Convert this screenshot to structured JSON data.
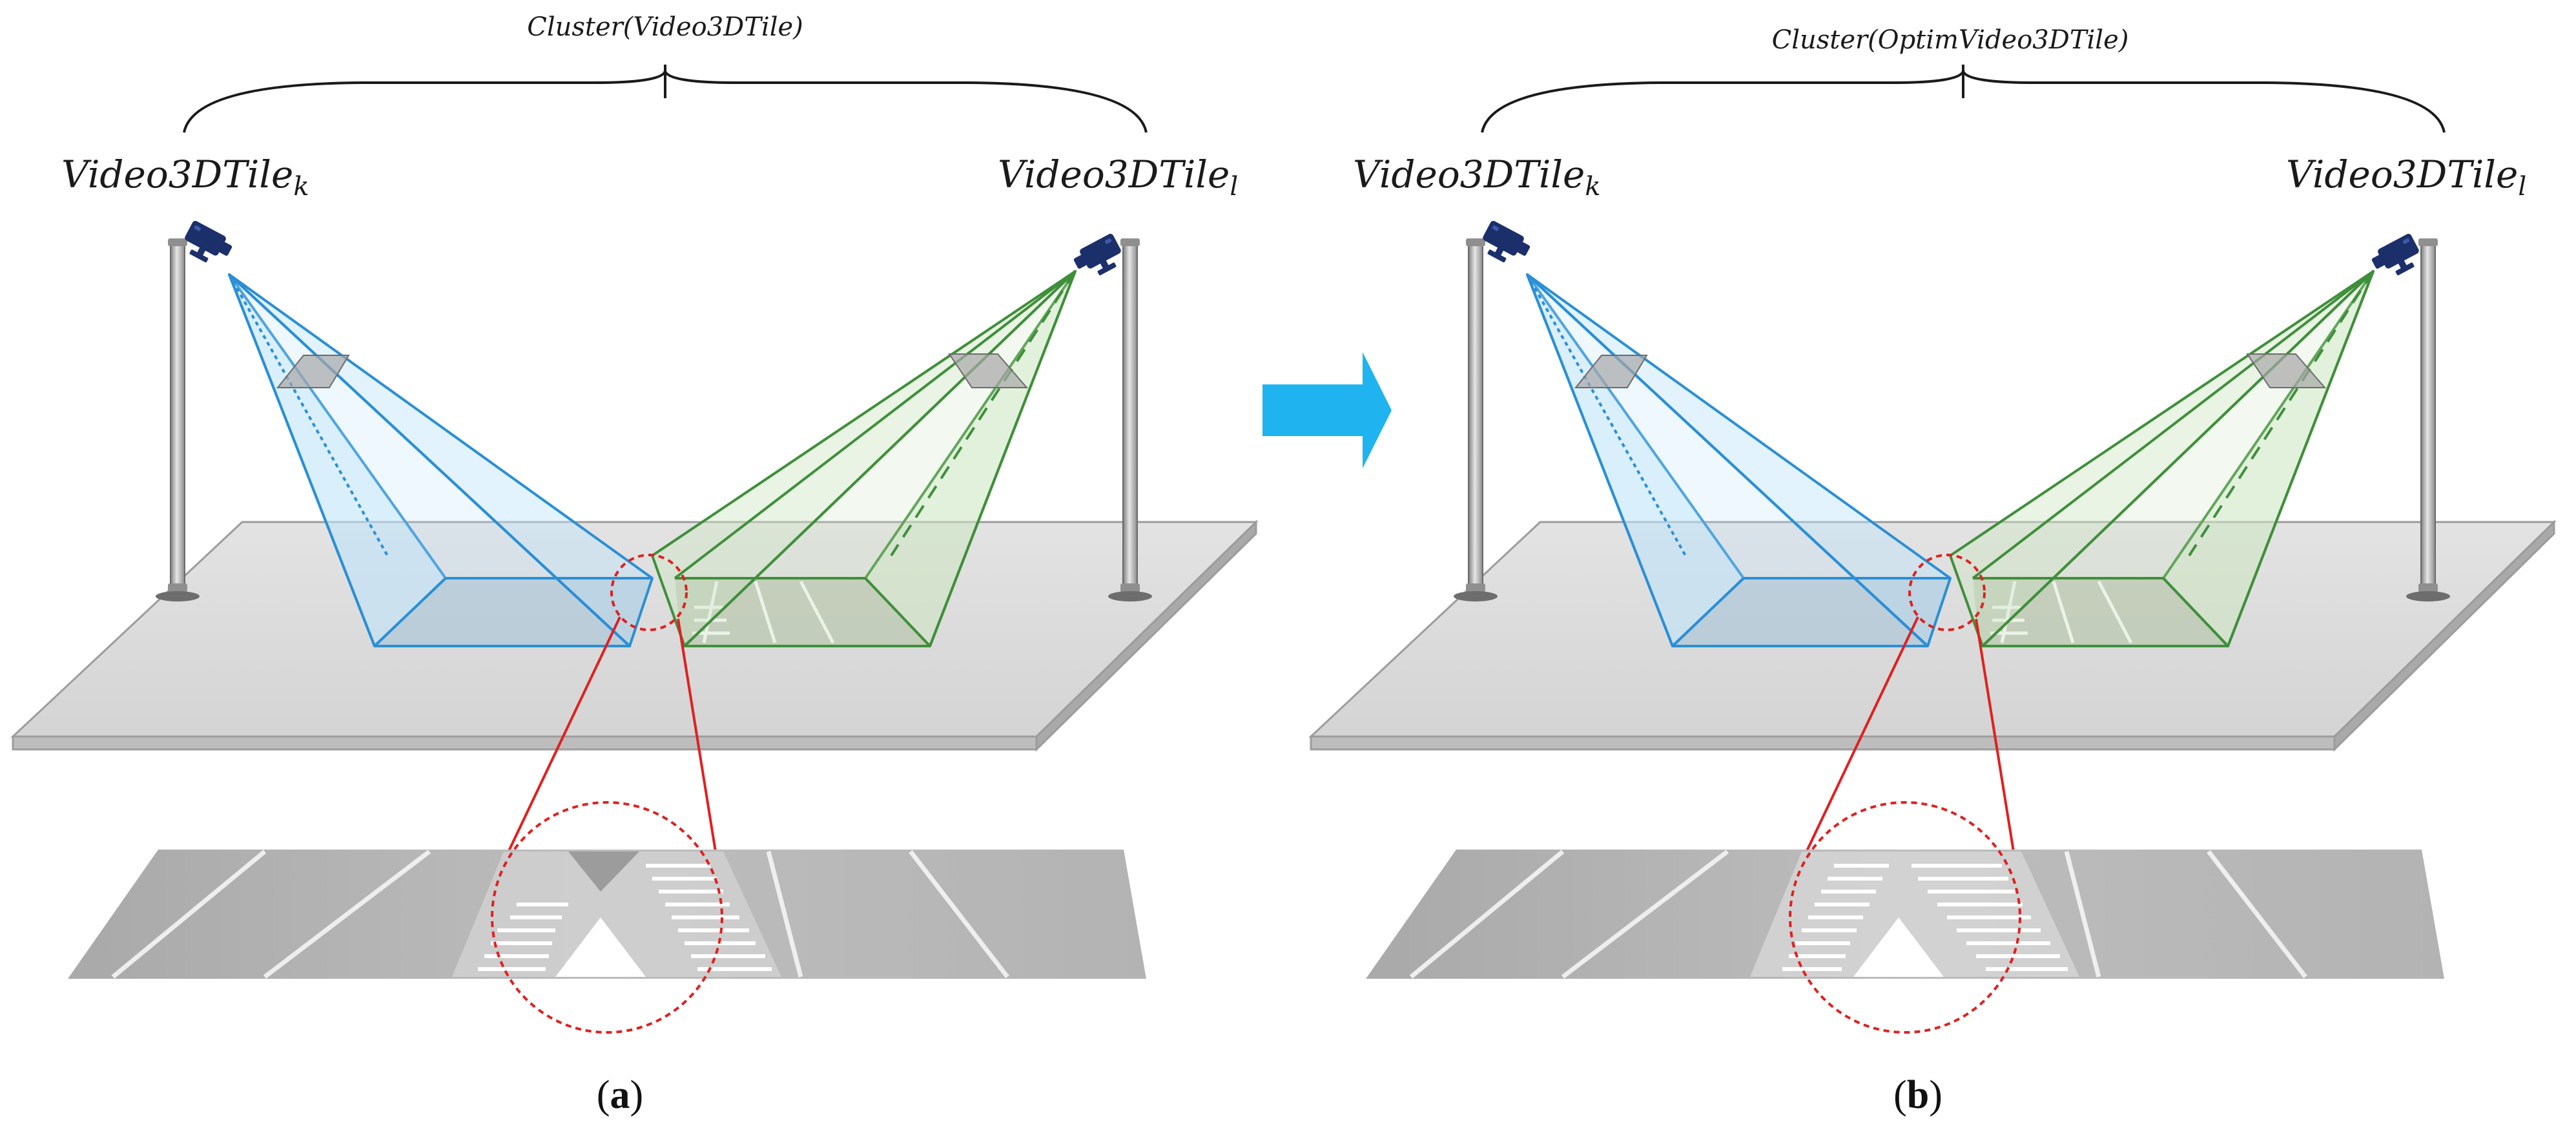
{
  "panels": [
    {
      "id": "a",
      "cluster_label": "Cluster(Video3DTile)",
      "cam_left_label": {
        "base": "Video3DTile",
        "sub": "k"
      },
      "cam_right_label": {
        "base": "Video3DTile",
        "sub": "l"
      },
      "caption": {
        "open": "(",
        "letter": "a",
        "close": ")"
      },
      "variant": "overlap-gap"
    },
    {
      "id": "b",
      "cluster_label": "Cluster(OptimVideo3DTile)",
      "cam_left_label": {
        "base": "Video3DTile",
        "sub": "k"
      },
      "cam_right_label": {
        "base": "Video3DTile",
        "sub": "l"
      },
      "caption": {
        "open": "(",
        "letter": "b",
        "close": ")"
      },
      "variant": "optimized"
    }
  ],
  "colors": {
    "left_frustum": "#2a8fd6",
    "left_frustum_fill": "#bfe4fb",
    "right_frustum": "#3f8f3a",
    "right_frustum_fill": "#cfe6c3",
    "arrow": "#1fb4ef",
    "magnify": "#e02020",
    "ground": "#dcdcdc",
    "camera": "#1b2f6b"
  }
}
